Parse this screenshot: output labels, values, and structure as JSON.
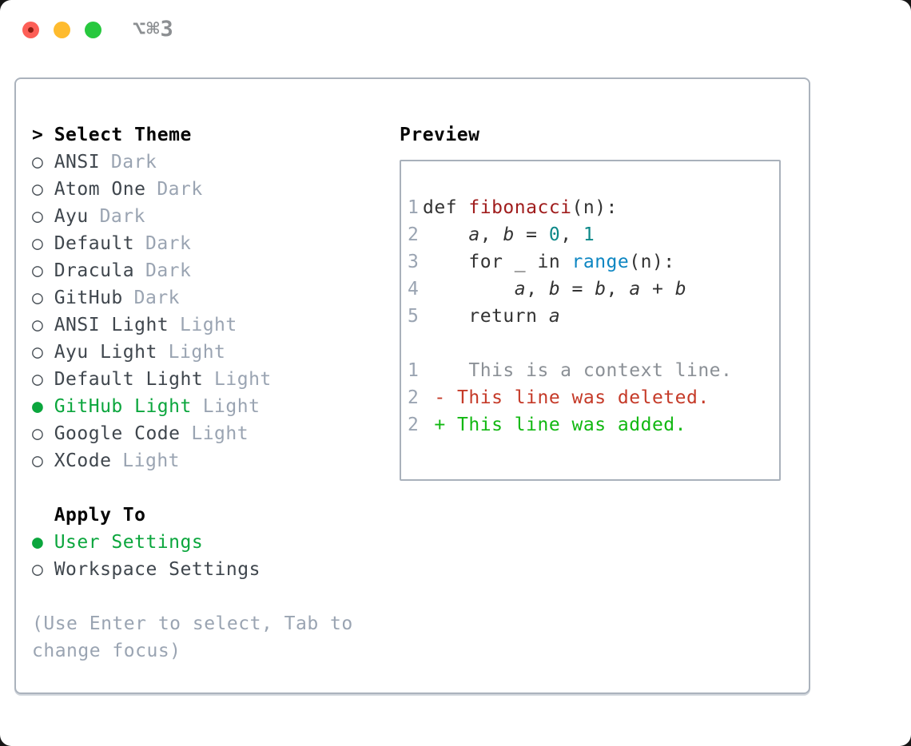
{
  "window": {
    "shortcut": "⌥⌘3"
  },
  "markers": {
    "selected": "●",
    "unselected": "○"
  },
  "theme_picker": {
    "prompt": ">",
    "title": "Select Theme",
    "items": [
      {
        "name": "ANSI",
        "variant": "Dark",
        "selected": false
      },
      {
        "name": "Atom One",
        "variant": "Dark",
        "selected": false
      },
      {
        "name": "Ayu",
        "variant": "Dark",
        "selected": false
      },
      {
        "name": "Default",
        "variant": "Dark",
        "selected": false
      },
      {
        "name": "Dracula",
        "variant": "Dark",
        "selected": false
      },
      {
        "name": "GitHub",
        "variant": "Dark",
        "selected": false
      },
      {
        "name": "ANSI Light",
        "variant": "Light",
        "selected": false
      },
      {
        "name": "Ayu Light",
        "variant": "Light",
        "selected": false
      },
      {
        "name": "Default Light",
        "variant": "Light",
        "selected": false
      },
      {
        "name": "GitHub Light",
        "variant": "Light",
        "selected": true
      },
      {
        "name": "Google Code",
        "variant": "Light",
        "selected": false
      },
      {
        "name": "XCode",
        "variant": "Light",
        "selected": false
      }
    ],
    "apply_to": {
      "title": "Apply To",
      "options": [
        {
          "label": "User Settings",
          "selected": true
        },
        {
          "label": "Workspace Settings",
          "selected": false
        }
      ]
    },
    "hint_lines": [
      "(Use Enter to select, Tab to",
      "change focus)"
    ]
  },
  "preview": {
    "title": "Preview",
    "lines": [
      {
        "num": "1",
        "segs": [
          [
            "t",
            "def "
          ],
          [
            "f",
            "fibonacci"
          ],
          [
            "t",
            "(n):"
          ]
        ]
      },
      {
        "num": "2",
        "segs": [
          [
            "t",
            "    "
          ],
          [
            "v",
            "a"
          ],
          [
            "t",
            ", "
          ],
          [
            "v",
            "b"
          ],
          [
            "t",
            " = "
          ],
          [
            "num",
            "0"
          ],
          [
            "t",
            ", "
          ],
          [
            "num",
            "1"
          ]
        ]
      },
      {
        "num": "3",
        "segs": [
          [
            "t",
            "    for _ in "
          ],
          [
            "bi",
            "range"
          ],
          [
            "t",
            "(n):"
          ]
        ]
      },
      {
        "num": "4",
        "segs": [
          [
            "t",
            "        "
          ],
          [
            "v",
            "a"
          ],
          [
            "t",
            ", "
          ],
          [
            "v",
            "b"
          ],
          [
            "t",
            " = "
          ],
          [
            "v",
            "b"
          ],
          [
            "t",
            ", "
          ],
          [
            "v",
            "a"
          ],
          [
            "t",
            " + "
          ],
          [
            "v",
            "b"
          ]
        ]
      },
      {
        "num": "5",
        "segs": [
          [
            "t",
            "    return "
          ],
          [
            "v",
            "a"
          ]
        ]
      },
      {
        "num": "",
        "segs": []
      },
      {
        "num": "1",
        "segs": [
          [
            "ctx",
            "    This is a context line."
          ]
        ]
      },
      {
        "num": "2",
        "segs": [
          [
            "del",
            " - This line was deleted."
          ]
        ]
      },
      {
        "num": "2",
        "segs": [
          [
            "add",
            " + This line was added."
          ]
        ]
      }
    ]
  },
  "colors": {
    "accent_green": "#0ba63d",
    "added_green": "#12b812",
    "deleted_red": "#c53a28",
    "function_red": "#a01d1d",
    "number_teal": "#0c8888",
    "builtin_blue": "#0d86c2",
    "muted_gray": "#9aa4b2",
    "border_gray": "#abb3bd",
    "traffic_red": "#fd5f57",
    "traffic_yellow": "#febb2e",
    "traffic_green": "#27c83e"
  }
}
